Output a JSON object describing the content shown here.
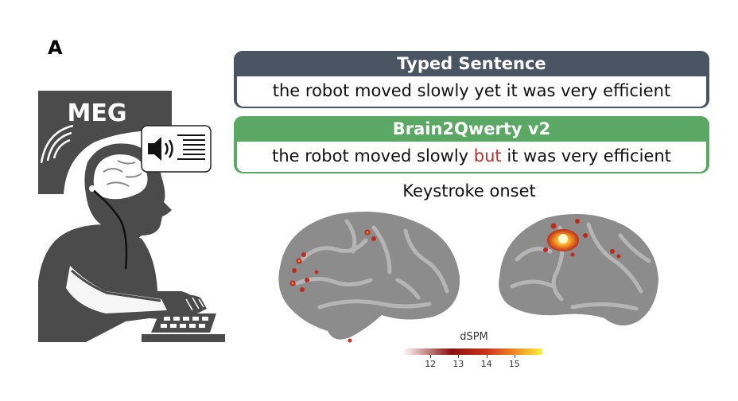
{
  "panel": {
    "letter": "A"
  },
  "meg": {
    "label": "MEG"
  },
  "typed_sentence": {
    "title": "Typed Sentence",
    "text": "the robot moved slowly yet it was very efficient"
  },
  "prediction": {
    "title": "Brain2Qwerty v2",
    "before": "the robot moved slowly ",
    "error_word": "but",
    "after": " it was very efficient",
    "error_color": "#b8312f"
  },
  "colors": {
    "typed_header": "#4a5564",
    "prediction_header": "#5aa864",
    "cortex": "#8c8c8c"
  },
  "brain_map": {
    "title": "Keystroke onset"
  },
  "colorbar": {
    "label": "dSPM",
    "range": [
      11,
      16
    ],
    "ticks": [
      {
        "value": 12,
        "label": "12"
      },
      {
        "value": 13,
        "label": "13"
      },
      {
        "value": 14,
        "label": "14"
      },
      {
        "value": 15,
        "label": "15"
      }
    ]
  }
}
